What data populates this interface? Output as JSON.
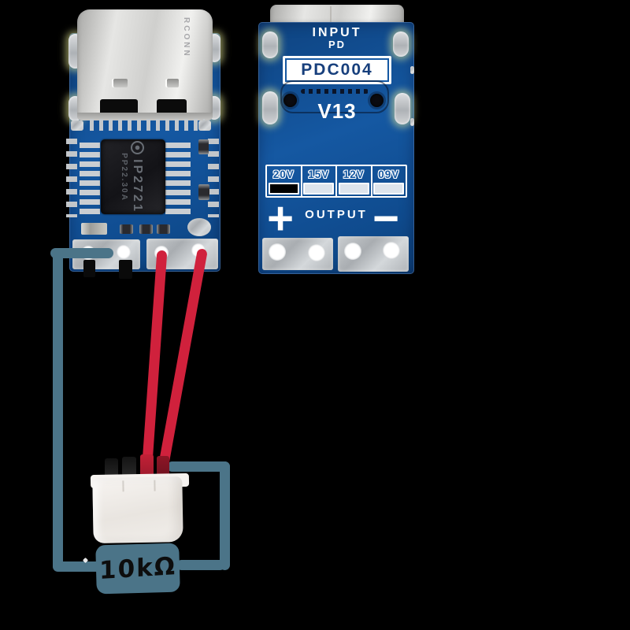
{
  "scene": {
    "description": "Annotated wiring diagram of USB-C PD trigger modules",
    "background": "#000000"
  },
  "left_module": {
    "shell_brand": "RCONN",
    "ic": {
      "part_number": "IP2721",
      "lot_code": "PP22.30A"
    }
  },
  "right_module": {
    "input_line1": "INPUT",
    "input_line2": "PD",
    "model": "PDC004",
    "version": "V13",
    "voltage_options": [
      {
        "label": "20V",
        "selected": true
      },
      {
        "label": "15V",
        "selected": false
      },
      {
        "label": "12V",
        "selected": false
      },
      {
        "label": "09V",
        "selected": false
      }
    ],
    "plus_label": "+",
    "output_label": "OUTPUT",
    "minus_label": "−"
  },
  "annotation": {
    "resistor_value": "10kΩ",
    "wire_red": "#d0213c",
    "wire_teal": "#4b7488",
    "pcb_blue": "#1558a2"
  }
}
